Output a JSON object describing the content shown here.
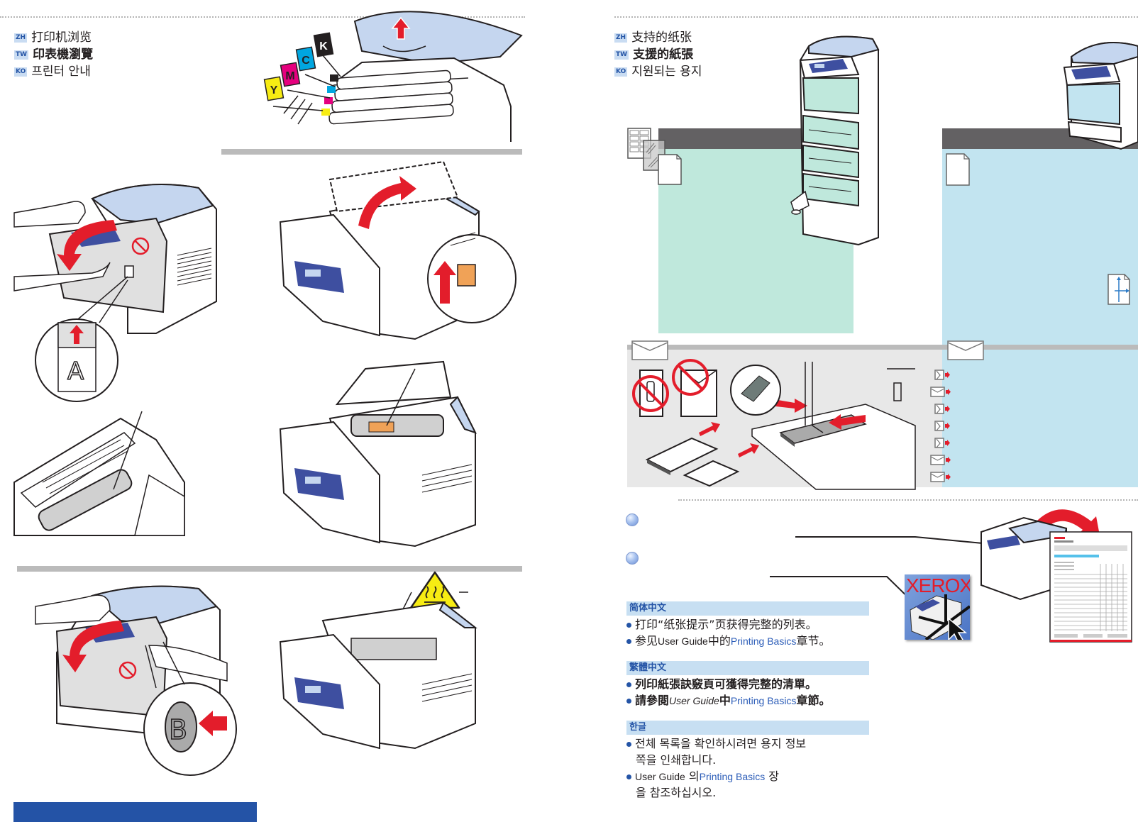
{
  "left_page": {
    "titles": [
      {
        "tag": "ZH",
        "text": "打印机浏览",
        "bold": false
      },
      {
        "tag": "TW",
        "text": "印表機瀏覽",
        "bold": true
      },
      {
        "tag": "KO",
        "text": "프린터 안내",
        "bold": false
      }
    ],
    "toner_labels": [
      "Y",
      "M",
      "C",
      "K"
    ],
    "toner_colors": {
      "Y": "#f7ec13",
      "M": "#e5007e",
      "C": "#00a6e0",
      "K": "#231f20"
    },
    "callouts": {
      "door_a": "A",
      "door_b": "B"
    },
    "warning_icon": "hot-surface-warning-icon",
    "accent_blue": "#2453a6"
  },
  "right_page": {
    "titles": [
      {
        "tag": "ZH",
        "text": "支持的纸张",
        "bold": false
      },
      {
        "tag": "TW",
        "text": "支援的紙張",
        "bold": true
      },
      {
        "tag": "KO",
        "text": "지원되는 용지",
        "bold": false
      }
    ],
    "panel_colors": {
      "tray_green": "#bfe8dc",
      "tray_blue": "#c2e4f0",
      "header_dark": "#636163",
      "envelope_gray": "#e8e8e8"
    },
    "sections": [
      {
        "heading": "简体中文",
        "bullets": [
          {
            "parts": [
              {
                "text": "打印“纸张提示”页获得完整的列表。",
                "style": "normal"
              }
            ]
          },
          {
            "parts": [
              {
                "text": "参见",
                "style": "normal"
              },
              {
                "text": "User Guide",
                "style": "narrow"
              },
              {
                "text": "中的",
                "style": "normal"
              },
              {
                "text": "Printing Basics",
                "style": "link"
              },
              {
                "text": "章节。",
                "style": "normal"
              }
            ]
          }
        ]
      },
      {
        "heading": "繁體中文",
        "bullets": [
          {
            "parts": [
              {
                "text": "列印紙張訣竅頁可獲得完整的清單。",
                "style": "bold"
              }
            ]
          },
          {
            "parts": [
              {
                "text": "請參閱",
                "style": "bold"
              },
              {
                "text": "User Guide",
                "style": "italic"
              },
              {
                "text": "中",
                "style": "bold"
              },
              {
                "text": "Printing Basics",
                "style": "link"
              },
              {
                "text": "章節。",
                "style": "bold"
              }
            ]
          }
        ]
      },
      {
        "heading": "한글",
        "bullets": [
          {
            "parts": [
              {
                "text": "전체 목록을 확인하시려면 용지 정보",
                "style": "normal"
              }
            ],
            "continuation": "쪽을 인쇄합니다."
          },
          {
            "parts": [
              {
                "text": "User Guide",
                "style": "narrow"
              },
              {
                "text": " 의",
                "style": "normal"
              },
              {
                "text": "Printing Basics",
                "style": "link"
              },
              {
                "text": " 장",
                "style": "normal"
              }
            ],
            "continuation": "을 참조하십시오."
          }
        ]
      }
    ],
    "brand_logo_text": "XEROX",
    "brand_red": "#e31d2b"
  }
}
